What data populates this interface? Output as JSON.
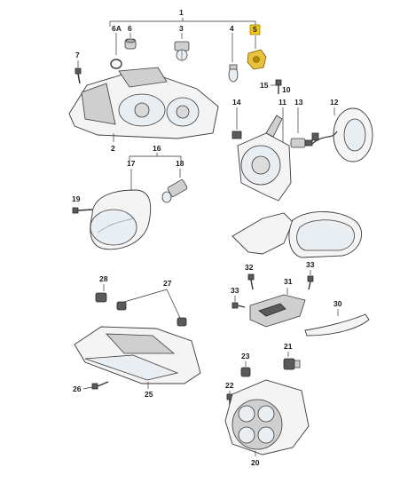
{
  "callouts": {
    "c1": "1",
    "c6a": "6A",
    "c6": "6",
    "c3": "3",
    "c4": "4",
    "c5": "5",
    "c7": "7",
    "c2": "2",
    "c15": "15",
    "c10": "10",
    "c14": "14",
    "c11": "11",
    "c13": "13",
    "c12": "12",
    "c16": "16",
    "c17": "17",
    "c18": "18",
    "c19": "19",
    "c32": "32",
    "c33a": "33",
    "c28": "28",
    "c27": "27",
    "c31": "31",
    "c33b": "33",
    "c30": "30",
    "c21": "21",
    "c23": "23",
    "c22": "22",
    "c26": "26",
    "c25": "25",
    "c20": "20"
  },
  "colors": {
    "highlight": "#f0c419",
    "line": "#333333",
    "part_fill": "#f4f4f4"
  }
}
